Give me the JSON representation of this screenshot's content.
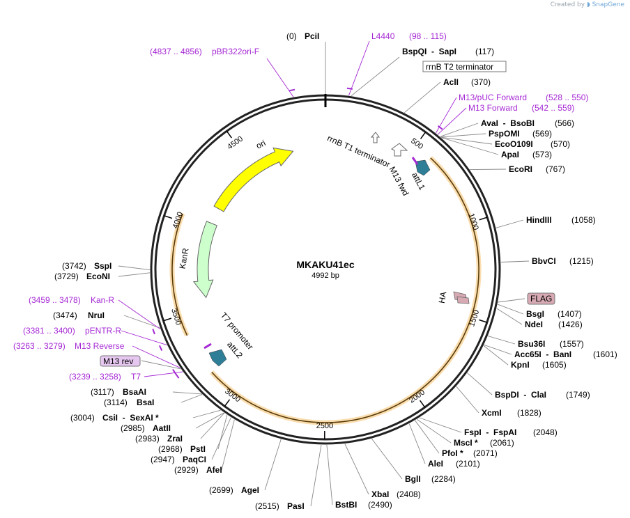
{
  "credit": {
    "prefix": "Created by",
    "brand": "SnapGene"
  },
  "plasmid": {
    "name": "MKAKU41ec",
    "size_label": "4992 bp",
    "length": 4992
  },
  "ticks": [
    500,
    1000,
    1500,
    2000,
    2500,
    3000,
    3500,
    4000,
    4500
  ],
  "colors": {
    "primer": "#a528d4",
    "ori": "#ffff00",
    "kanr": "#ccffcc",
    "orf": "#f5c16c",
    "att": "#2f7e97",
    "tag": "#d6a9b3",
    "backbone": "#222222"
  },
  "enzymes": [
    {
      "name": "PciI",
      "pos": "(0)",
      "bp": 0
    },
    {
      "name": "BspQI  -  SapI",
      "pos": "(117)",
      "bp": 117
    },
    {
      "name": "AclI",
      "pos": "(370)",
      "bp": 370
    },
    {
      "name": "AvaI  -  BsoBI",
      "pos": "(566)",
      "bp": 566
    },
    {
      "name": "PspOMI",
      "pos": "(569)",
      "bp": 569
    },
    {
      "name": "EcoO109I",
      "pos": "(570)",
      "bp": 570
    },
    {
      "name": "ApaI",
      "pos": "(573)",
      "bp": 573
    },
    {
      "name": "EcoRI",
      "pos": "(767)",
      "bp": 767
    },
    {
      "name": "HindIII",
      "pos": "(1058)",
      "bp": 1058
    },
    {
      "name": "BbvCI",
      "pos": "(1215)",
      "bp": 1215
    },
    {
      "name": "BsgI",
      "pos": "(1407)",
      "bp": 1407
    },
    {
      "name": "NdeI",
      "pos": "(1426)",
      "bp": 1426
    },
    {
      "name": "Bsu36I",
      "pos": "(1557)",
      "bp": 1557
    },
    {
      "name": "Acc65I  -  BanI",
      "pos": "(1601)",
      "bp": 1601
    },
    {
      "name": "KpnI",
      "pos": "(1605)",
      "bp": 1605
    },
    {
      "name": "BspDI  -  ClaI",
      "pos": "(1749)",
      "bp": 1749
    },
    {
      "name": "XcmI",
      "pos": "(1828)",
      "bp": 1828
    },
    {
      "name": "FspI  -  FspAI",
      "pos": "(2048)",
      "bp": 2048
    },
    {
      "name": "MscI *",
      "pos": "(2061)",
      "bp": 2061
    },
    {
      "name": "PfoI *",
      "pos": "(2071)",
      "bp": 2071
    },
    {
      "name": "AleI",
      "pos": "(2101)",
      "bp": 2101
    },
    {
      "name": "BglI",
      "pos": "(2284)",
      "bp": 2284
    },
    {
      "name": "XbaI",
      "pos": "(2408)",
      "bp": 2408
    },
    {
      "name": "BstBI",
      "pos": "(2490)",
      "bp": 2490
    },
    {
      "name": "PasI",
      "pos": "(2515)",
      "bp": 2515
    },
    {
      "name": "AgeI",
      "pos": "(2699)",
      "bp": 2699
    },
    {
      "name": "AfeI",
      "pos": "(2929)",
      "bp": 2929
    },
    {
      "name": "PaqCI",
      "pos": "(2947)",
      "bp": 2947
    },
    {
      "name": "PstI",
      "pos": "(2968)",
      "bp": 2968
    },
    {
      "name": "ZraI",
      "pos": "(2983)",
      "bp": 2983
    },
    {
      "name": "AatII",
      "pos": "(2985)",
      "bp": 2985
    },
    {
      "name": "CsiI  -  SexAI *",
      "pos": "(3004)",
      "bp": 3004
    },
    {
      "name": "BsaI",
      "pos": "(3114)",
      "bp": 3114
    },
    {
      "name": "BsaAI",
      "pos": "(3117)",
      "bp": 3117
    },
    {
      "name": "NruI",
      "pos": "(3474)",
      "bp": 3474
    },
    {
      "name": "EcoNI",
      "pos": "(3729)",
      "bp": 3729
    },
    {
      "name": "SspI",
      "pos": "(3742)",
      "bp": 3742
    }
  ],
  "primers": [
    {
      "name": "L4440",
      "range": "(98 .. 115)"
    },
    {
      "name": "M13/pUC Forward",
      "range": "(528 .. 550)"
    },
    {
      "name": "M13 Forward",
      "range": "(542 .. 559)"
    },
    {
      "name": "pBR322ori-F",
      "range": "(4837 .. 4856)"
    },
    {
      "name": "Kan-R",
      "range": "(3459 .. 3478)"
    },
    {
      "name": "pENTR-R",
      "range": "(3381 .. 3400)"
    },
    {
      "name": "M13 Reverse",
      "range": "(3263 .. 3279)"
    },
    {
      "name": "T7",
      "range": "(3239 .. 3258)"
    }
  ],
  "boxed_features": [
    {
      "name": "rrnB T2 terminator",
      "bp": 300
    },
    {
      "name": "FLAG",
      "bp": 1397
    },
    {
      "name": "M13 rev",
      "bp": 3265
    }
  ],
  "inner_features": [
    {
      "name": "ori",
      "start": 4155,
      "end": 4780,
      "color": "#ffff00"
    },
    {
      "name": "KanR",
      "start": 3560,
      "end": 4050,
      "color": "#ccffcc"
    },
    {
      "name": "rrnB T1 terminator",
      "bp": 385
    },
    {
      "name": "attL1",
      "bp": 630
    },
    {
      "name": "M13 fwd",
      "bp": 580
    },
    {
      "name": "HA",
      "bp": 1375
    },
    {
      "name": "T7 promoter",
      "bp": 3225
    },
    {
      "name": "attL2",
      "bp": 3180
    }
  ]
}
